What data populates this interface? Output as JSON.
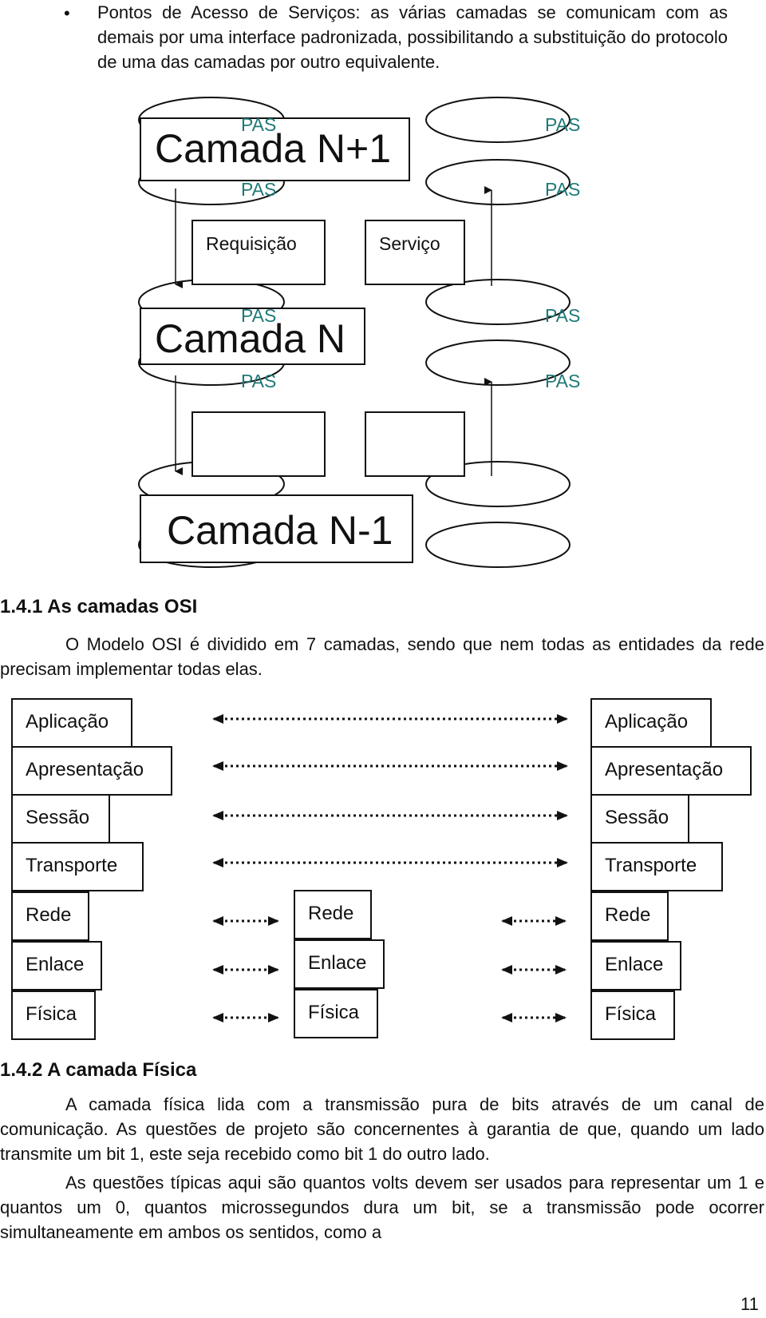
{
  "intro": {
    "bullet_text": "Pontos de Acesso de Serviços: as várias camadas se comunicam com as demais por uma interface padronizada, possibilitando a substituição do protocolo de uma das camadas por outro equivalente."
  },
  "diagram_pas": {
    "pas_label": "PAS",
    "layer_n_plus_1": "Camada N+1",
    "layer_n": "Camada N",
    "layer_n_minus_1": "Camada N-1",
    "request_label": "Requisição",
    "service_label": "Serviço"
  },
  "section_141": {
    "heading": "1.4.1 As camadas OSI",
    "paragraph": "O Modelo OSI é dividido em 7 camadas, sendo que nem todas as entidades da rede precisam implementar todas elas."
  },
  "osi_diagram": {
    "left_stack": [
      "Aplicação",
      "Apresentação",
      "Sessão",
      "Transporte",
      "Rede",
      "Enlace",
      "Física"
    ],
    "middle_stack": [
      "Rede",
      "Enlace",
      "Física"
    ],
    "right_stack": [
      "Aplicação",
      "Apresentação",
      "Sessão",
      "Transporte",
      "Rede",
      "Enlace",
      "Física"
    ]
  },
  "section_142": {
    "heading": "1.4.2 A camada Física",
    "paragraph1": "A camada física lida com a transmissão pura de bits através de um canal de comunicação. As questões de projeto são concernentes à garantia de que, quando um lado transmite um bit 1, este seja recebido como bit 1 do outro lado.",
    "paragraph2": "As questões típicas aqui são quantos volts devem ser usados para representar um 1 e quantos um 0, quantos microssegundos dura um bit, se a transmissão pode ocorrer simultaneamente em ambos os sentidos, como a"
  },
  "page_number": "11"
}
